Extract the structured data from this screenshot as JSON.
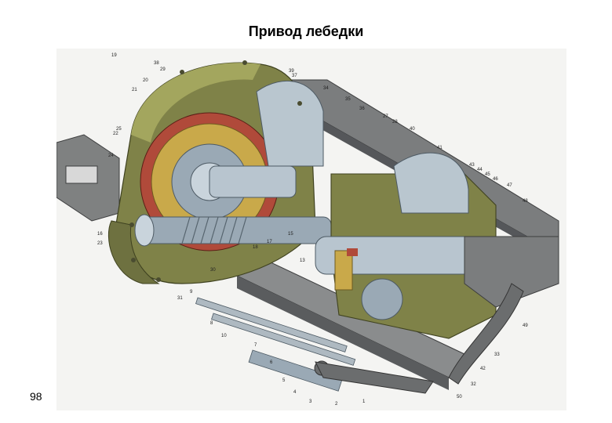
{
  "slide": {
    "title": "Привод лебедки",
    "page_number": "98"
  },
  "colors": {
    "housing": "#7f8248",
    "housing_dark": "#5d6133",
    "steel": "#9aa9b5",
    "steel_light": "#c9d4dc",
    "gear_cut": "#b04a3a",
    "bronze": "#c9a94a",
    "frame": "#6b6d6e"
  },
  "callouts": [
    {
      "text": "1"
    },
    {
      "text": "2"
    },
    {
      "text": "3"
    },
    {
      "text": "4"
    },
    {
      "text": "5"
    },
    {
      "text": "6"
    },
    {
      "text": "7"
    },
    {
      "text": "8"
    },
    {
      "text": "9"
    },
    {
      "text": "10"
    },
    {
      "text": "13"
    },
    {
      "text": "15"
    },
    {
      "text": "16"
    },
    {
      "text": "17"
    },
    {
      "text": "18"
    },
    {
      "text": "19"
    },
    {
      "text": "20"
    },
    {
      "text": "21"
    },
    {
      "text": "22"
    },
    {
      "text": "23"
    },
    {
      "text": "24"
    },
    {
      "text": "25"
    },
    {
      "text": "27"
    },
    {
      "text": "28"
    },
    {
      "text": "29"
    },
    {
      "text": "30"
    },
    {
      "text": "31"
    },
    {
      "text": "32"
    },
    {
      "text": "33"
    },
    {
      "text": "34"
    },
    {
      "text": "35"
    },
    {
      "text": "36"
    },
    {
      "text": "37"
    },
    {
      "text": "38"
    },
    {
      "text": "39"
    },
    {
      "text": "40"
    },
    {
      "text": "41"
    },
    {
      "text": "42"
    },
    {
      "text": "43"
    },
    {
      "text": "44"
    },
    {
      "text": "45"
    },
    {
      "text": "46"
    },
    {
      "text": "47"
    },
    {
      "text": "48"
    },
    {
      "text": "49"
    },
    {
      "text": "50"
    }
  ]
}
